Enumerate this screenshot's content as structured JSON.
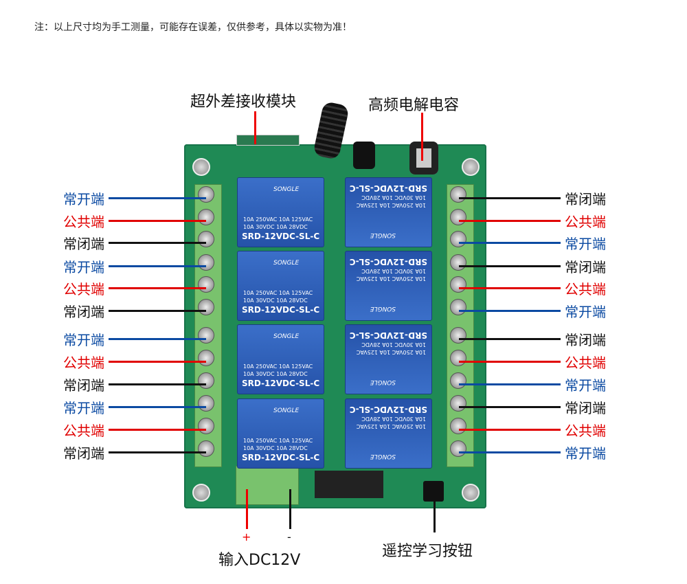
{
  "note": "注：以上尺寸均为手工测量，可能存在误差，仅供参考，具体以实物为准！",
  "callouts": {
    "receiver": "超外差接收模块",
    "capacitor": "高频电解电容",
    "learn_button": "遥控学习按钮",
    "power_input": "输入DC12V",
    "plus": "+",
    "minus": "-"
  },
  "left_labels": [
    "常开端",
    "公共端",
    "常闭端",
    "常开端",
    "公共端",
    "常闭端",
    "常开端",
    "公共端",
    "常闭端",
    "常开端",
    "公共端",
    "常闭端"
  ],
  "right_labels": [
    "常闭端",
    "公共端",
    "常开端",
    "常闭端",
    "公共端",
    "常开端",
    "常闭端",
    "公共端",
    "常开端",
    "常闭端",
    "公共端",
    "常开端"
  ],
  "relay": {
    "brand": "SONGLE",
    "spec1": "10A 250VAC  10A 125VAC",
    "spec2": "10A 30VDC  10A 28VDC",
    "model": "SRD-12VDC-SL-C"
  },
  "colors": {
    "常开端": "#0b4aa2",
    "公共端": "#e00000",
    "常闭端": "#111111"
  }
}
